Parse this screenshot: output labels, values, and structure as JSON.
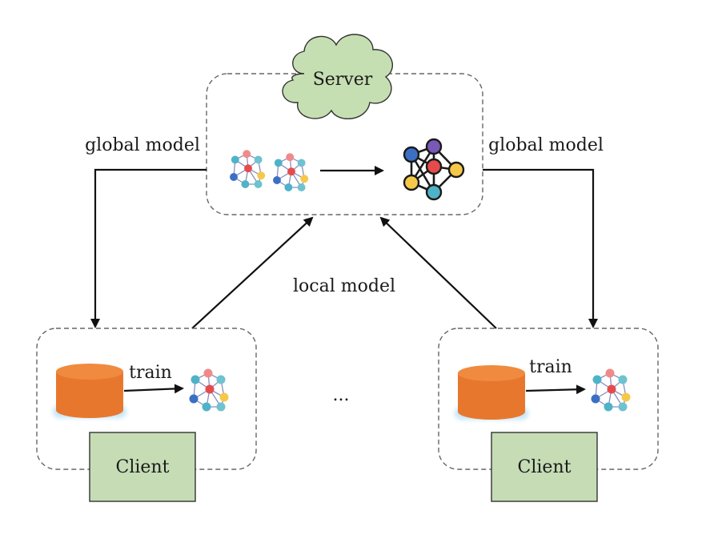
{
  "server": {
    "label": "Server"
  },
  "edges": {
    "global_model_left": "global model",
    "global_model_right": "global model",
    "local_model": "local model",
    "train_left": "train",
    "train_right": "train"
  },
  "clients": {
    "left_label": "Client",
    "right_label": "Client",
    "ellipsis": "..."
  },
  "colors": {
    "cloud_fill": "#c6dfb2",
    "client_fill": "#c5dcb5",
    "database_orange": "#e8772e",
    "node_red": "#e64b4b",
    "node_teal": "#4fb3c8",
    "node_purple": "#7a58b8",
    "node_blue": "#3b6fc4",
    "node_yellow": "#f6c84a",
    "node_pink": "#f08a8a",
    "node_cyan": "#6fc2cf"
  }
}
